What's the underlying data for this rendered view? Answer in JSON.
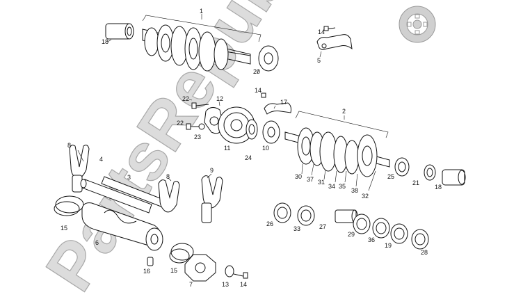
{
  "watermark": {
    "text": "PartsRepublik"
  },
  "callouts": [
    {
      "id": "c1",
      "text": "1"
    },
    {
      "id": "c2",
      "text": "2"
    },
    {
      "id": "c3",
      "text": "3"
    },
    {
      "id": "c4",
      "text": "4"
    },
    {
      "id": "c5",
      "text": "5"
    },
    {
      "id": "c6",
      "text": "6"
    },
    {
      "id": "c7",
      "text": "7"
    },
    {
      "id": "c8a",
      "text": "8"
    },
    {
      "id": "c8b",
      "text": "8"
    },
    {
      "id": "c9",
      "text": "9"
    },
    {
      "id": "c10",
      "text": "10"
    },
    {
      "id": "c11",
      "text": "11"
    },
    {
      "id": "c12",
      "text": "12"
    },
    {
      "id": "c13",
      "text": "13"
    },
    {
      "id": "c14a",
      "text": "14"
    },
    {
      "id": "c14b",
      "text": "14"
    },
    {
      "id": "c14c",
      "text": "14"
    },
    {
      "id": "c15a",
      "text": "15"
    },
    {
      "id": "c15b",
      "text": "15"
    },
    {
      "id": "c16",
      "text": "16"
    },
    {
      "id": "c17",
      "text": "17"
    },
    {
      "id": "c18a",
      "text": "18"
    },
    {
      "id": "c18b",
      "text": "18"
    },
    {
      "id": "c19",
      "text": "19"
    },
    {
      "id": "c20",
      "text": "20"
    },
    {
      "id": "c21",
      "text": "21"
    },
    {
      "id": "c22a",
      "text": "22"
    },
    {
      "id": "c22b",
      "text": "22"
    },
    {
      "id": "c23",
      "text": "23"
    },
    {
      "id": "c24",
      "text": "24"
    },
    {
      "id": "c25",
      "text": "25"
    },
    {
      "id": "c26",
      "text": "26"
    },
    {
      "id": "c27",
      "text": "27"
    },
    {
      "id": "c28",
      "text": "28"
    },
    {
      "id": "c29",
      "text": "29"
    },
    {
      "id": "c30",
      "text": "30"
    },
    {
      "id": "c31",
      "text": "31"
    },
    {
      "id": "c32",
      "text": "32"
    },
    {
      "id": "c33",
      "text": "33"
    },
    {
      "id": "c34",
      "text": "34"
    },
    {
      "id": "c35",
      "text": "35"
    },
    {
      "id": "c36",
      "text": "36"
    },
    {
      "id": "c37",
      "text": "37"
    },
    {
      "id": "c38",
      "text": "38"
    }
  ]
}
